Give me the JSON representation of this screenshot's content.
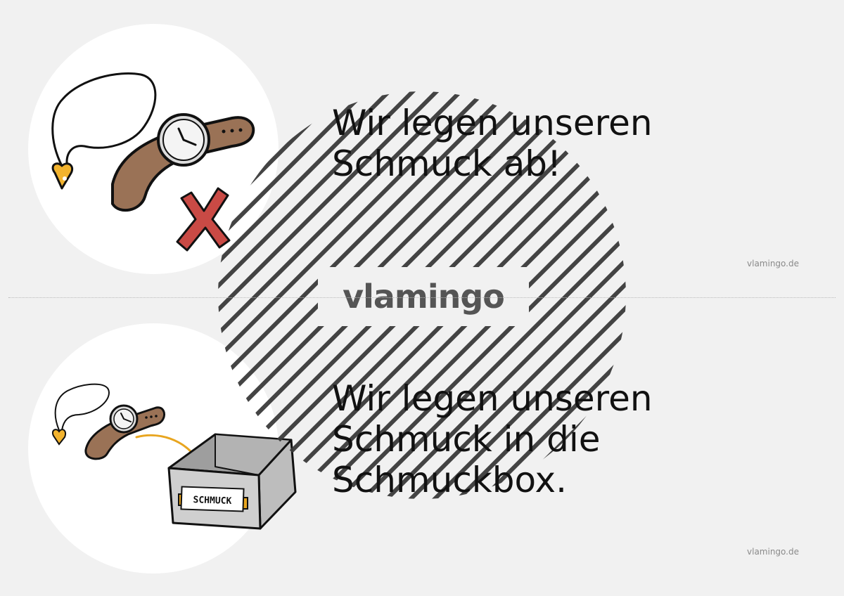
{
  "card_top": {
    "caption_lines": [
      "Wir legen unseren",
      "Schmuck ab!"
    ],
    "credit": "vlamingo.de"
  },
  "card_bottom": {
    "caption_lines": [
      "Wir legen unseren",
      "Schmuck in die",
      "Schmuckbox."
    ],
    "box_label": "SCHMUCK",
    "credit": "vlamingo.de"
  },
  "watermark": {
    "logo_text": "vlamingo"
  },
  "colors": {
    "background": "#f1f1f1",
    "circle": "#ffffff",
    "strap": "#9a7256",
    "gold": "#f2b32e",
    "cross": "#c94a45",
    "box": "#c8c8c8",
    "arrow": "#e8a51f",
    "watermark_lines": "#3a3a3a"
  }
}
